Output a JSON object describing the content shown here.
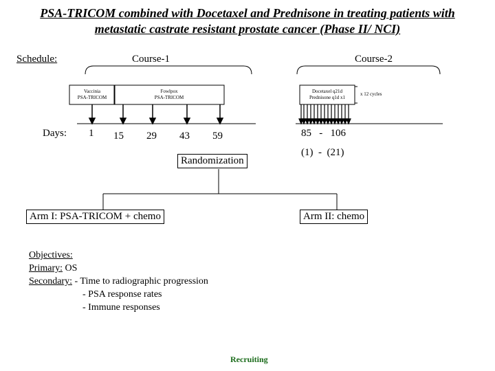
{
  "title": {
    "line1": "PSA-TRICOM combined with Docetaxel and Prednisone in treating patients with",
    "line2": "metastatic castrate resistant prostate cancer (Phase II/ NCI)"
  },
  "schedule": {
    "label": "Schedule:",
    "course1": "Course-1",
    "course2": "Course-2",
    "vaccinia": {
      "line1": "Vaccinia",
      "line2": "PSA-TRICOM"
    },
    "fowlpox": {
      "line1": "Fowlpox",
      "line2": "PSA-TRICOM"
    },
    "chemo": {
      "line1": "Docetaxel q21d",
      "line2": "Prednisone q1d x1"
    },
    "cycles": "x 12 cycles"
  },
  "days": {
    "label": "Days:",
    "values": [
      "1",
      "15",
      "29",
      "43",
      "59"
    ],
    "course2_range": "85   -   106",
    "course2_relative": "(1)  -  (21)"
  },
  "randomization": "Randomization",
  "arms": {
    "arm1": "Arm I: PSA-TRICOM + chemo",
    "arm2": "Arm II: chemo"
  },
  "objectives": {
    "heading": "Objectives:",
    "primary_label": "Primary:",
    "primary_value": "OS",
    "secondary_label": "Secondary:",
    "secondary_items": [
      "- Time to radiographic progression",
      "- PSA response rates",
      "- Immune responses"
    ]
  },
  "status": "Recruiting"
}
